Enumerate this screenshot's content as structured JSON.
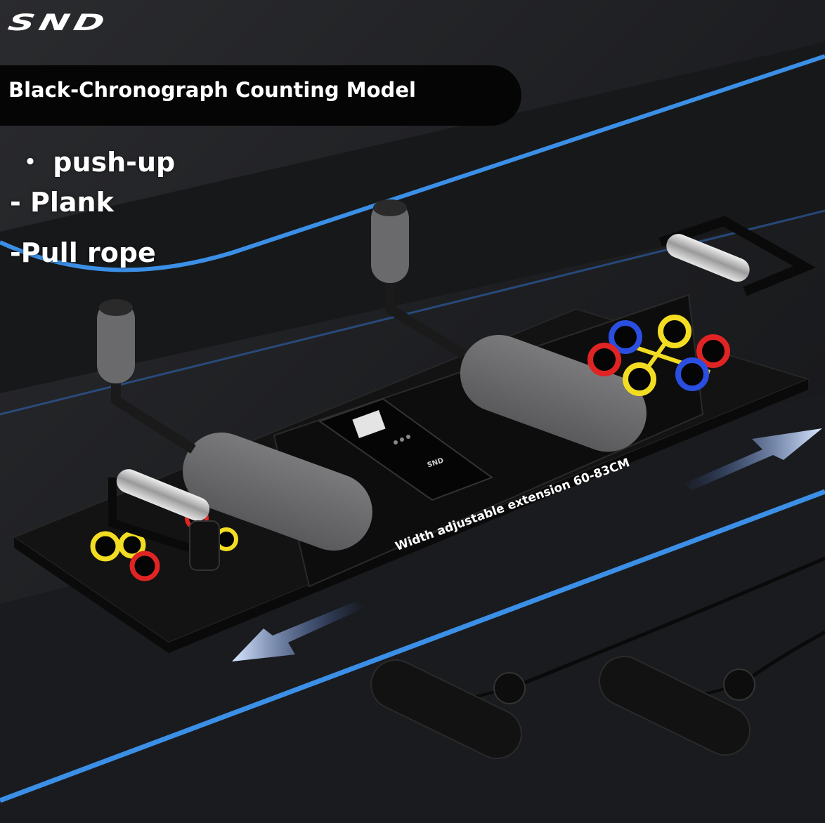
{
  "brand": {
    "logo_text": "SND"
  },
  "title": {
    "text": "Black-Chronograph Counting Model"
  },
  "features": [
    {
      "bullet": "・",
      "label": "push-up"
    },
    {
      "bullet": "-",
      "label": "Plank"
    },
    {
      "bullet": "-",
      "label": "Pull rope"
    }
  ],
  "device": {
    "logo_text": "SND"
  },
  "caption": {
    "text": "Width adjustable extension 60-83CM"
  },
  "colors": {
    "background": "#1f2023",
    "accent_blue": "#3b8fe6",
    "board": "#141414",
    "pad_gray": "#6f6f72",
    "ring_red": "#e02424",
    "ring_yellow": "#f2dd22",
    "ring_blue": "#2a4fe0"
  }
}
